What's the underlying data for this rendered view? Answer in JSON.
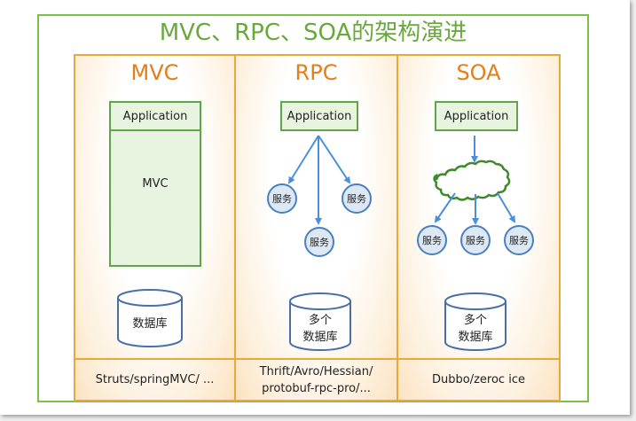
{
  "title": "MVC、RPC、SOA的架构演进",
  "columns": {
    "mvc": {
      "title": "MVC",
      "app_label": "Application",
      "body_label": "MVC",
      "db_lines": [
        "数据库"
      ],
      "footer": "Struts/springMVC/ ..."
    },
    "rpc": {
      "title": "RPC",
      "app_label": "Application",
      "service_label": "服务",
      "db_lines": [
        "多个",
        "数据库"
      ],
      "footer_lines": [
        "Thrift/Avro/Hessian/",
        "protobuf-rpc-pro/..."
      ]
    },
    "soa": {
      "title": "SOA",
      "app_label": "Application",
      "service_label": "服务",
      "db_lines": [
        "多个",
        "数据库"
      ],
      "footer": "Dubbo/zeroc ice"
    }
  },
  "colors": {
    "frame_green": "#7cc04a",
    "title_green": "#6aa83d",
    "column_border": "#e8a93a",
    "column_title": "#e87d17",
    "arrow_blue": "#4a90d9",
    "node_border": "#4a7fc0",
    "node_fill": "#dde8f5",
    "cloud_green": "#3d8a2a"
  },
  "icons": {
    "database": "database-cylinder-icon",
    "cloud": "cloud-bus-icon",
    "arrow": "arrow-down-icon"
  }
}
